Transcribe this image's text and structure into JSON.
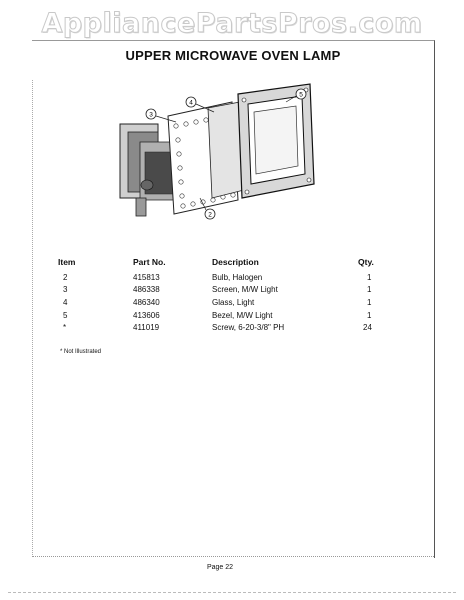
{
  "watermark": "AppliancePartsPros.com",
  "page": {
    "title": "UPPER MICROWAVE OVEN LAMP",
    "page_number": "Page 22",
    "note": "* Not Illustrated"
  },
  "diagram": {
    "callouts": [
      "3",
      "4",
      "5",
      "2"
    ]
  },
  "table": {
    "headers": {
      "item": "Item",
      "part_no": "Part No.",
      "description": "Description",
      "qty": "Qty."
    },
    "rows": [
      {
        "item": "2",
        "part_no": "415813",
        "description": "Bulb, Halogen",
        "qty": "1"
      },
      {
        "item": "3",
        "part_no": "486338",
        "description": "Screen, M/W Light",
        "qty": "1"
      },
      {
        "item": "4",
        "part_no": "486340",
        "description": "Glass, Light",
        "qty": "1"
      },
      {
        "item": "5",
        "part_no": "413606",
        "description": "Bezel, M/W Light",
        "qty": "1"
      },
      {
        "item": "*",
        "part_no": "411019",
        "description": "Screw, 6-20-3/8\" PH",
        "qty": "24"
      }
    ]
  }
}
